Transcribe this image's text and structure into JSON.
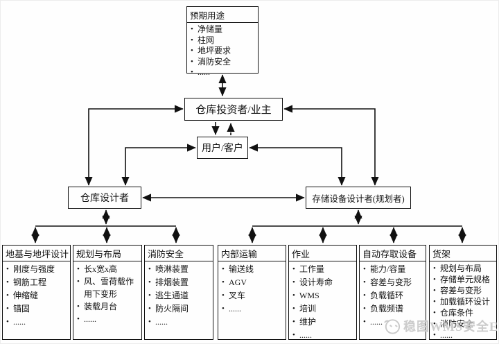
{
  "diagram": {
    "top_box": {
      "title": "预期用途",
      "items": [
        "净储量",
        "柱网",
        "地坪要求",
        "消防安全",
        "......"
      ]
    },
    "investor_box": {
      "label": "仓库投资者/业主"
    },
    "user_box": {
      "label": "用户/客户"
    },
    "warehouse_designer_box": {
      "label": "仓库设计者"
    },
    "storage_designer_box": {
      "label": "存储设备设计者(规划者)"
    },
    "bottom_boxes": [
      {
        "title": "地基与地坪设计",
        "items": [
          "刚度与强度",
          "钢筋工程",
          "伸缩缝",
          "锚固",
          "......"
        ]
      },
      {
        "title": "规划与布局",
        "items": [
          "长x宽x高",
          "风、雪荷载作用下变形",
          "装载月台",
          "......"
        ]
      },
      {
        "title": "消防安全",
        "items": [
          "喷淋装置",
          "排烟装置",
          "逃生通道",
          "防火隔间",
          "......"
        ]
      },
      {
        "title": "内部运输",
        "items": [
          "输送线",
          "AGV",
          "叉车",
          "......"
        ]
      },
      {
        "title": "作业",
        "items": [
          "工作量",
          "设计寿命",
          "WMS",
          "培训",
          "维护",
          "......"
        ]
      },
      {
        "title": "自动存取设备",
        "items": [
          "能力/容量",
          "容差与变形",
          "负载循环",
          "负载频谱",
          "......"
        ]
      },
      {
        "title": "货架",
        "items": [
          "规划与布局",
          "存储单元规格",
          "容差与变形",
          "加载循环设计",
          "仓库条件",
          "消防安全",
          "......"
        ]
      }
    ],
    "watermark": {
      "text": "稳图WMS安全E",
      "logo": "smiley-face-icon"
    },
    "colors": {
      "line": "#111111",
      "background": "#fefefe",
      "watermark": "#c3c3c3"
    }
  }
}
